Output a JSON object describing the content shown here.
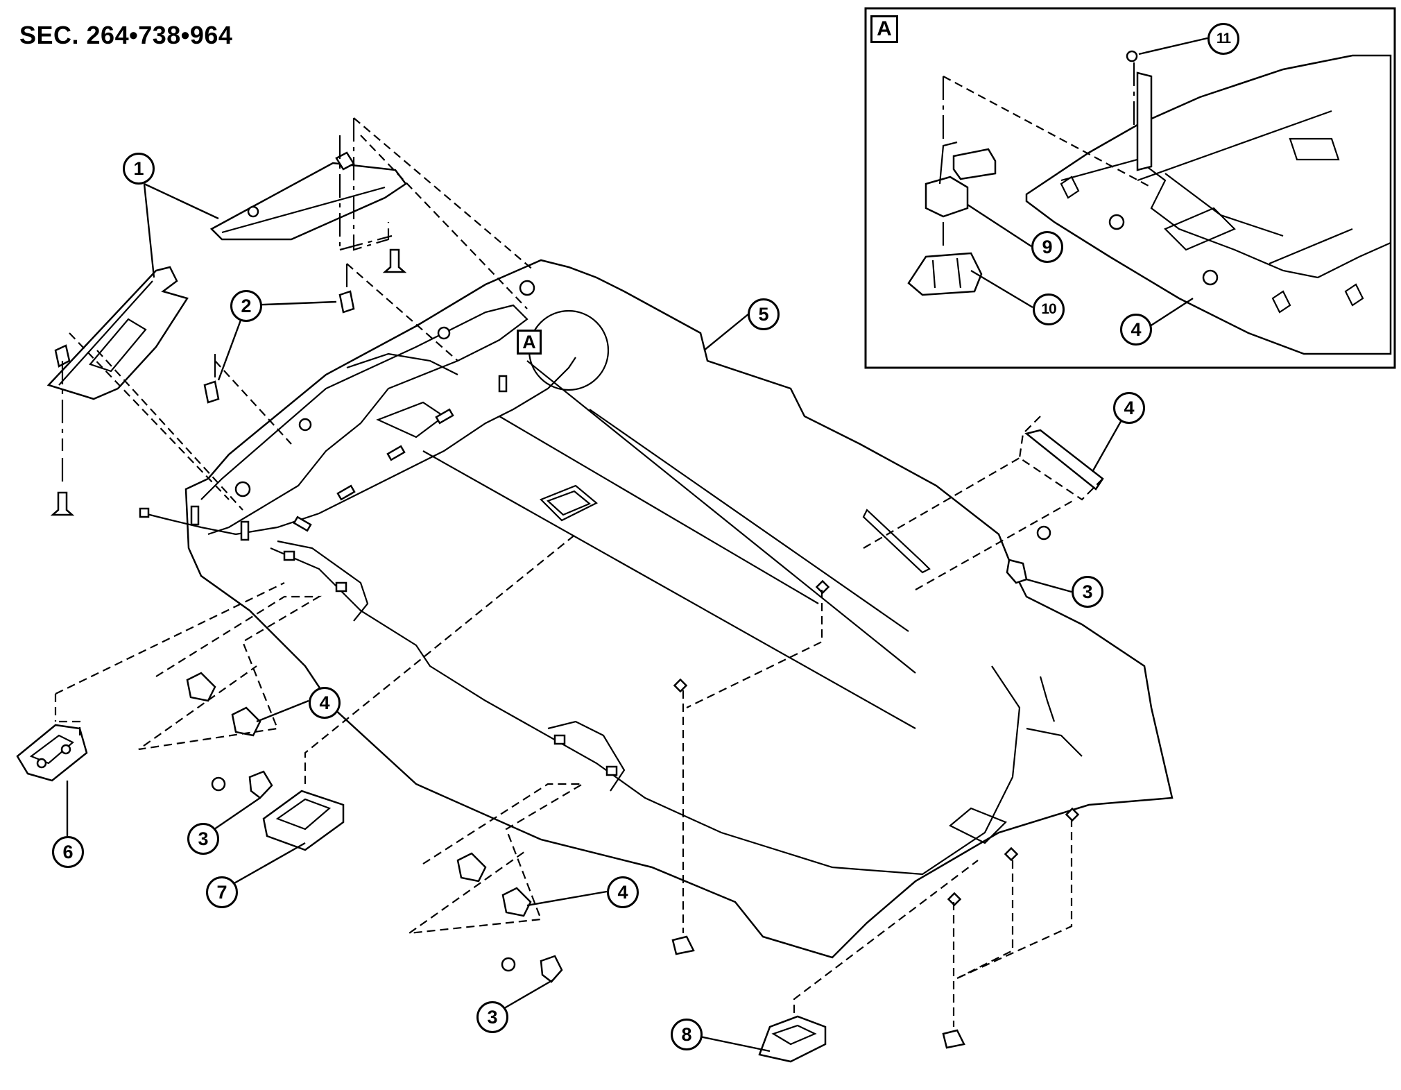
{
  "title": "SEC. 264•738•964",
  "detail_label": "A",
  "callouts": {
    "c1": "1",
    "c2": "2",
    "c3a": "3",
    "c3b": "3",
    "c3c": "3",
    "c4a": "4",
    "c4b": "4",
    "c4c": "4",
    "c4d": "4",
    "c5": "5",
    "c6": "6",
    "c7": "7",
    "c8": "8",
    "c9": "9",
    "c10": "10",
    "c11": "11"
  }
}
